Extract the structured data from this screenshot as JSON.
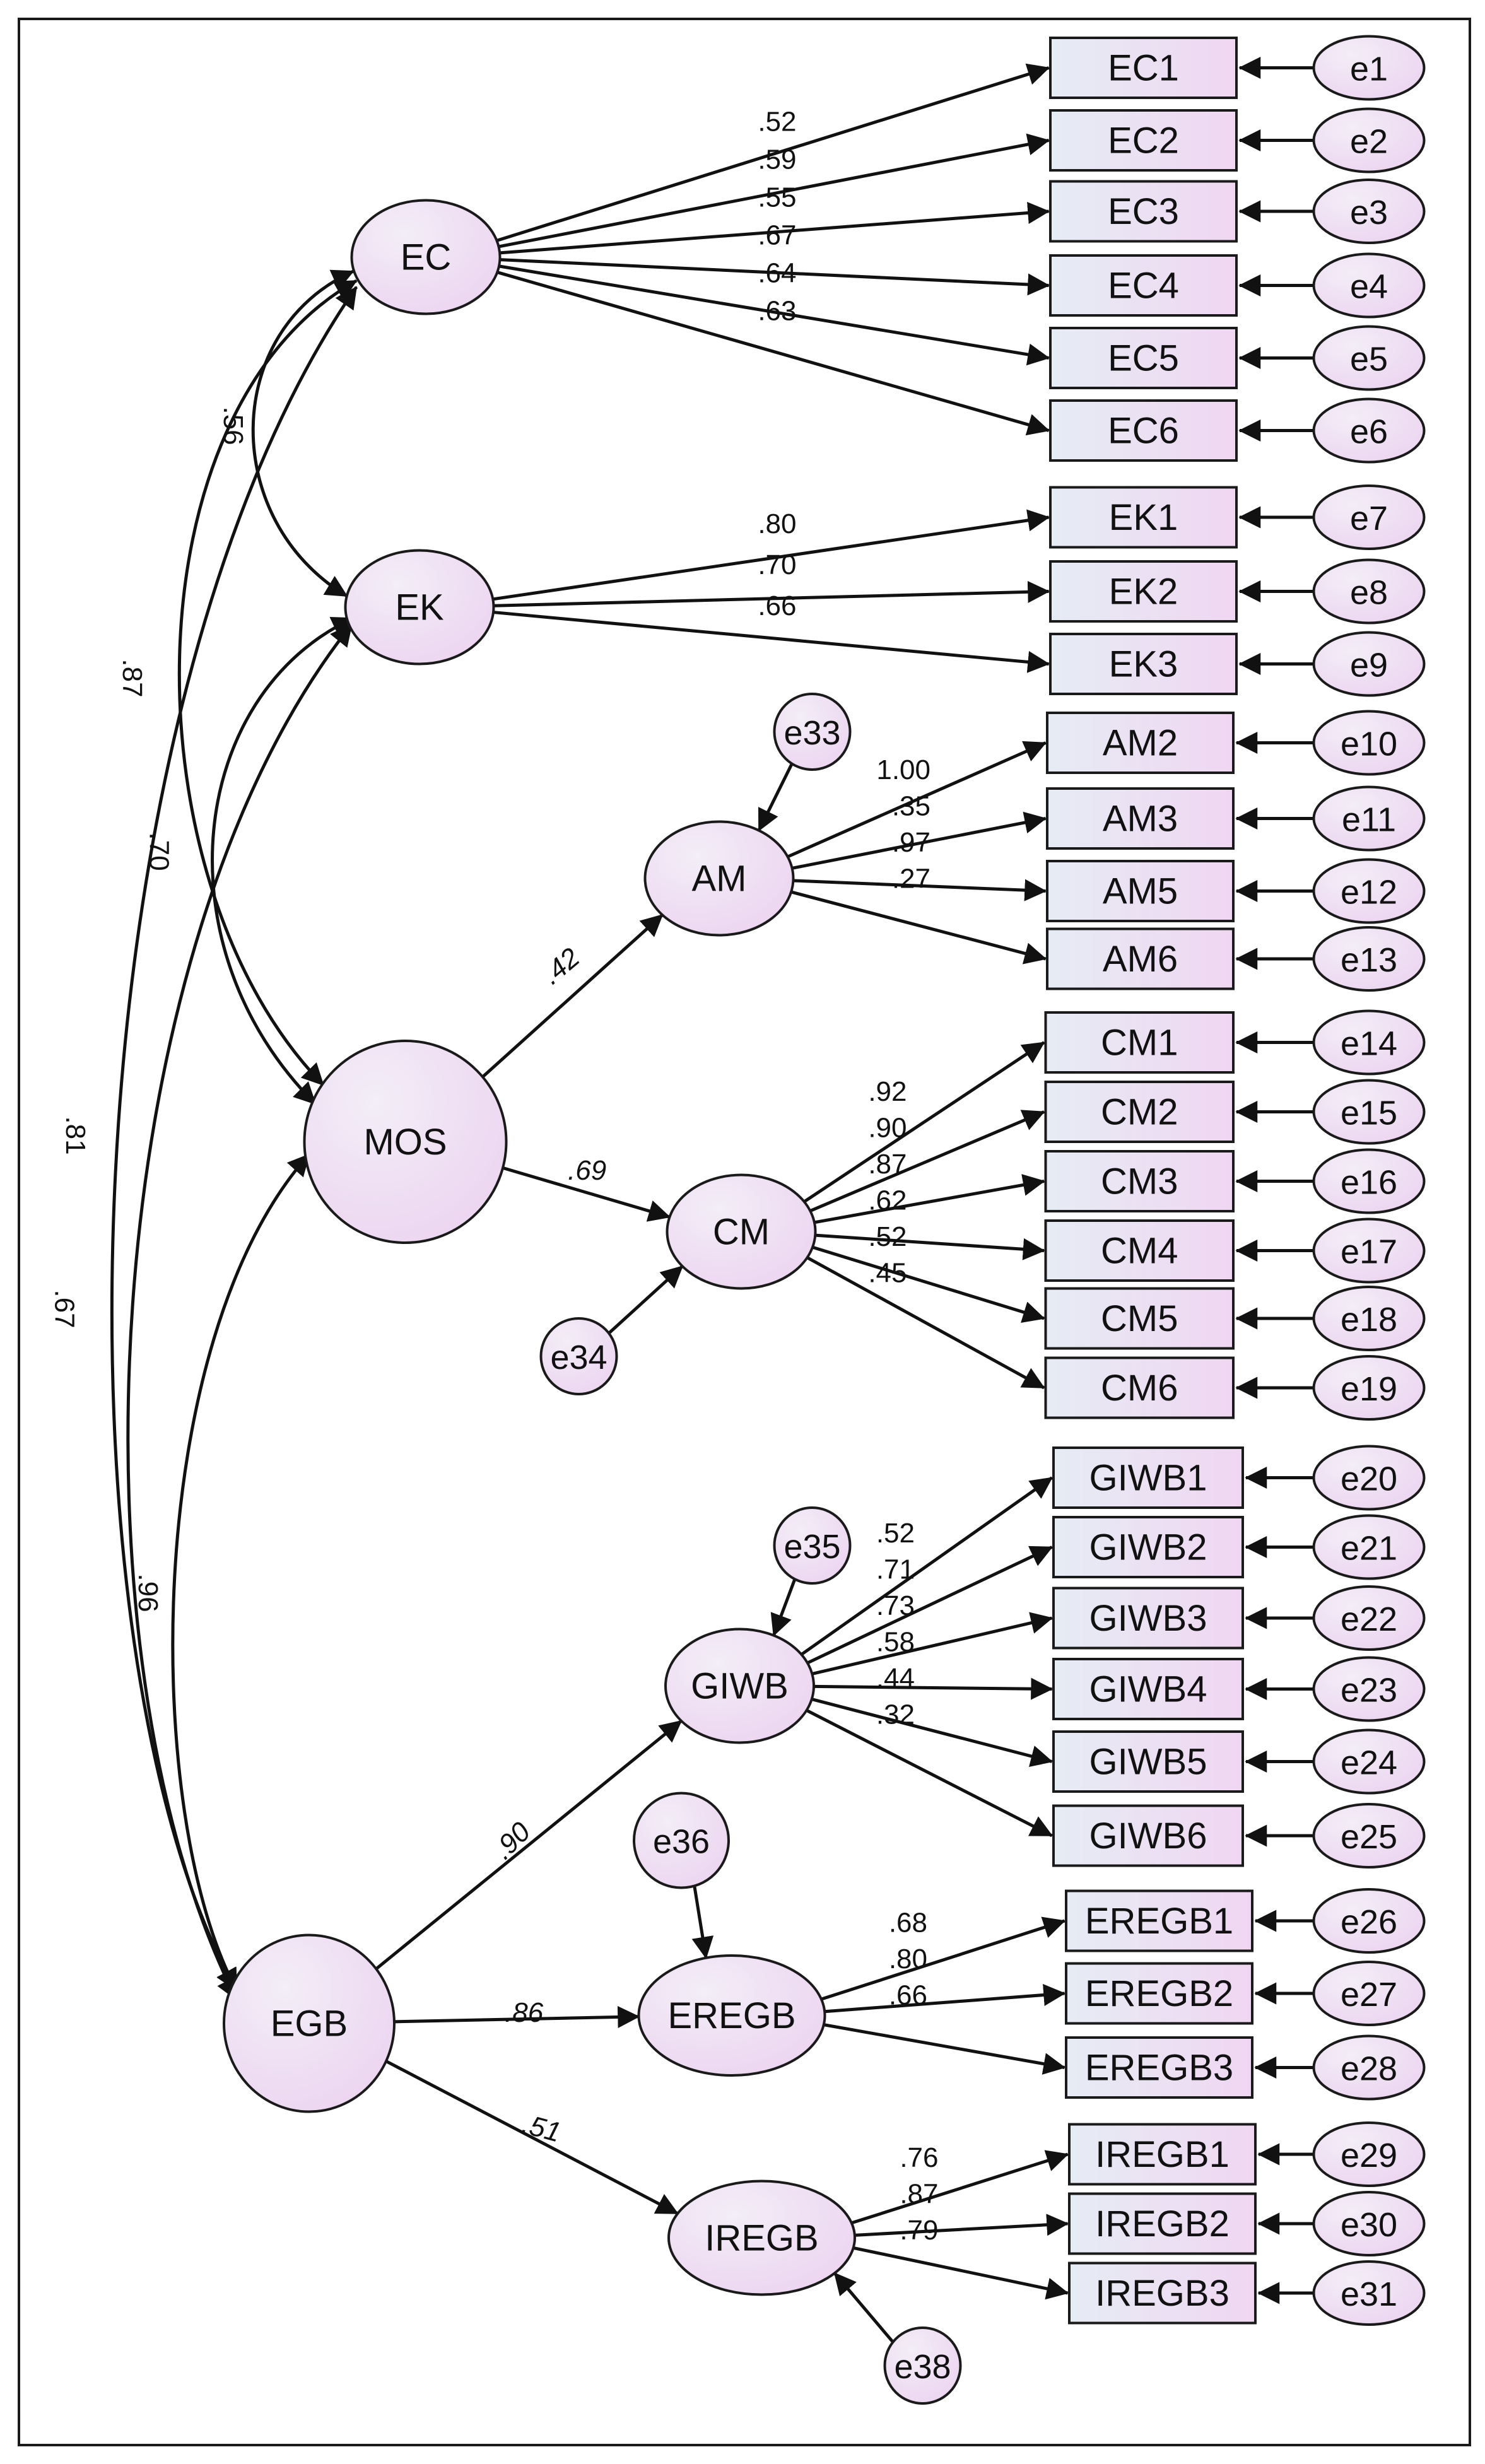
{
  "colors": {
    "fill_light": "#e6ecf4",
    "fill_pink": "#f0d6f2",
    "stroke": "#1a1a1a"
  },
  "nodes": {
    "EC": "EC",
    "EK": "EK",
    "AM": "AM",
    "MOS": "MOS",
    "CM": "CM",
    "EGB": "EGB",
    "GIWB": "GIWB",
    "EREGB": "EREGB",
    "IREGB": "IREGB",
    "e33": "e33",
    "e34": "e34",
    "e35": "e35",
    "e36": "e36",
    "e38": "e38"
  },
  "indicators": [
    {
      "id": "EC1",
      "label": "EC1",
      "error": "e1",
      "factor": "EC",
      "loading": ".52"
    },
    {
      "id": "EC2",
      "label": "EC2",
      "error": "e2",
      "factor": "EC",
      "loading": ".59"
    },
    {
      "id": "EC3",
      "label": "EC3",
      "error": "e3",
      "factor": "EC",
      "loading": ".55"
    },
    {
      "id": "EC4",
      "label": "EC4",
      "error": "e4",
      "factor": "EC",
      "loading": ".67"
    },
    {
      "id": "EC5",
      "label": "EC5",
      "error": "e5",
      "factor": "EC",
      "loading": ".64"
    },
    {
      "id": "EC6",
      "label": "EC6",
      "error": "e6",
      "factor": "EC",
      "loading": ".63"
    },
    {
      "id": "EK1",
      "label": "EK1",
      "error": "e7",
      "factor": "EK",
      "loading": ".80"
    },
    {
      "id": "EK2",
      "label": "EK2",
      "error": "e8",
      "factor": "EK",
      "loading": ".70"
    },
    {
      "id": "EK3",
      "label": "EK3",
      "error": "e9",
      "factor": "EK",
      "loading": ".66"
    },
    {
      "id": "AM2",
      "label": "AM2",
      "error": "e10",
      "factor": "AM",
      "loading": "1.00"
    },
    {
      "id": "AM3",
      "label": "AM3",
      "error": "e11",
      "factor": "AM",
      "loading": ".35"
    },
    {
      "id": "AM5",
      "label": "AM5",
      "error": "e12",
      "factor": "AM",
      "loading": ".97"
    },
    {
      "id": "AM6",
      "label": "AM6",
      "error": "e13",
      "factor": "AM",
      "loading": ".27"
    },
    {
      "id": "CM1",
      "label": "CM1",
      "error": "e14",
      "factor": "CM",
      "loading": ".92"
    },
    {
      "id": "CM2",
      "label": "CM2",
      "error": "e15",
      "factor": "CM",
      "loading": ".90"
    },
    {
      "id": "CM3",
      "label": "CM3",
      "error": "e16",
      "factor": "CM",
      "loading": ".87"
    },
    {
      "id": "CM4",
      "label": "CM4",
      "error": "e17",
      "factor": "CM",
      "loading": ".62"
    },
    {
      "id": "CM5",
      "label": "CM5",
      "error": "e18",
      "factor": "CM",
      "loading": ".52"
    },
    {
      "id": "CM6",
      "label": "CM6",
      "error": "e19",
      "factor": "CM",
      "loading": ".45"
    },
    {
      "id": "GIWB1",
      "label": "GIWB1",
      "error": "e20",
      "factor": "GIWB",
      "loading": ".52"
    },
    {
      "id": "GIWB2",
      "label": "GIWB2",
      "error": "e21",
      "factor": "GIWB",
      "loading": ".71"
    },
    {
      "id": "GIWB3",
      "label": "GIWB3",
      "error": "e22",
      "factor": "GIWB",
      "loading": ".73"
    },
    {
      "id": "GIWB4",
      "label": "GIWB4",
      "error": "e23",
      "factor": "GIWB",
      "loading": ".58"
    },
    {
      "id": "GIWB5",
      "label": "GIWB5",
      "error": "e24",
      "factor": "GIWB",
      "loading": ".44"
    },
    {
      "id": "GIWB6",
      "label": "GIWB6",
      "error": "e25",
      "factor": "GIWB",
      "loading": ".32"
    },
    {
      "id": "EREGB1",
      "label": "EREGB1",
      "error": "e26",
      "factor": "EREGB",
      "loading": ".68"
    },
    {
      "id": "EREGB2",
      "label": "EREGB2",
      "error": "e27",
      "factor": "EREGB",
      "loading": ".80"
    },
    {
      "id": "EREGB3",
      "label": "EREGB3",
      "error": "e28",
      "factor": "EREGB",
      "loading": ".66"
    },
    {
      "id": "IREGB1",
      "label": "IREGB1",
      "error": "e29",
      "factor": "IREGB",
      "loading": ".76"
    },
    {
      "id": "IREGB2",
      "label": "IREGB2",
      "error": "e30",
      "factor": "IREGB",
      "loading": ".87"
    },
    {
      "id": "IREGB3",
      "label": "IREGB3",
      "error": "e31",
      "factor": "IREGB",
      "loading": ".79"
    }
  ],
  "paths": [
    {
      "from": "MOS",
      "to": "AM",
      "coef": ".42"
    },
    {
      "from": "MOS",
      "to": "CM",
      "coef": ".69"
    },
    {
      "from": "EGB",
      "to": "GIWB",
      "coef": ".90"
    },
    {
      "from": "EGB",
      "to": "EREGB",
      "coef": ".86"
    },
    {
      "from": "EGB",
      "to": "IREGB",
      "coef": ".51"
    }
  ],
  "correlations": [
    {
      "a": "EC",
      "b": "EK",
      "coef": ".56"
    },
    {
      "a": "EC",
      "b": "MOS",
      "coef": ".87"
    },
    {
      "a": "EK",
      "b": "MOS",
      "coef": ".70"
    },
    {
      "a": "EC",
      "b": "EGB",
      "coef": ".81"
    },
    {
      "a": "EK",
      "b": "EGB",
      "coef": ".67"
    },
    {
      "a": "MOS",
      "b": "EGB",
      "coef": ".96"
    }
  ]
}
